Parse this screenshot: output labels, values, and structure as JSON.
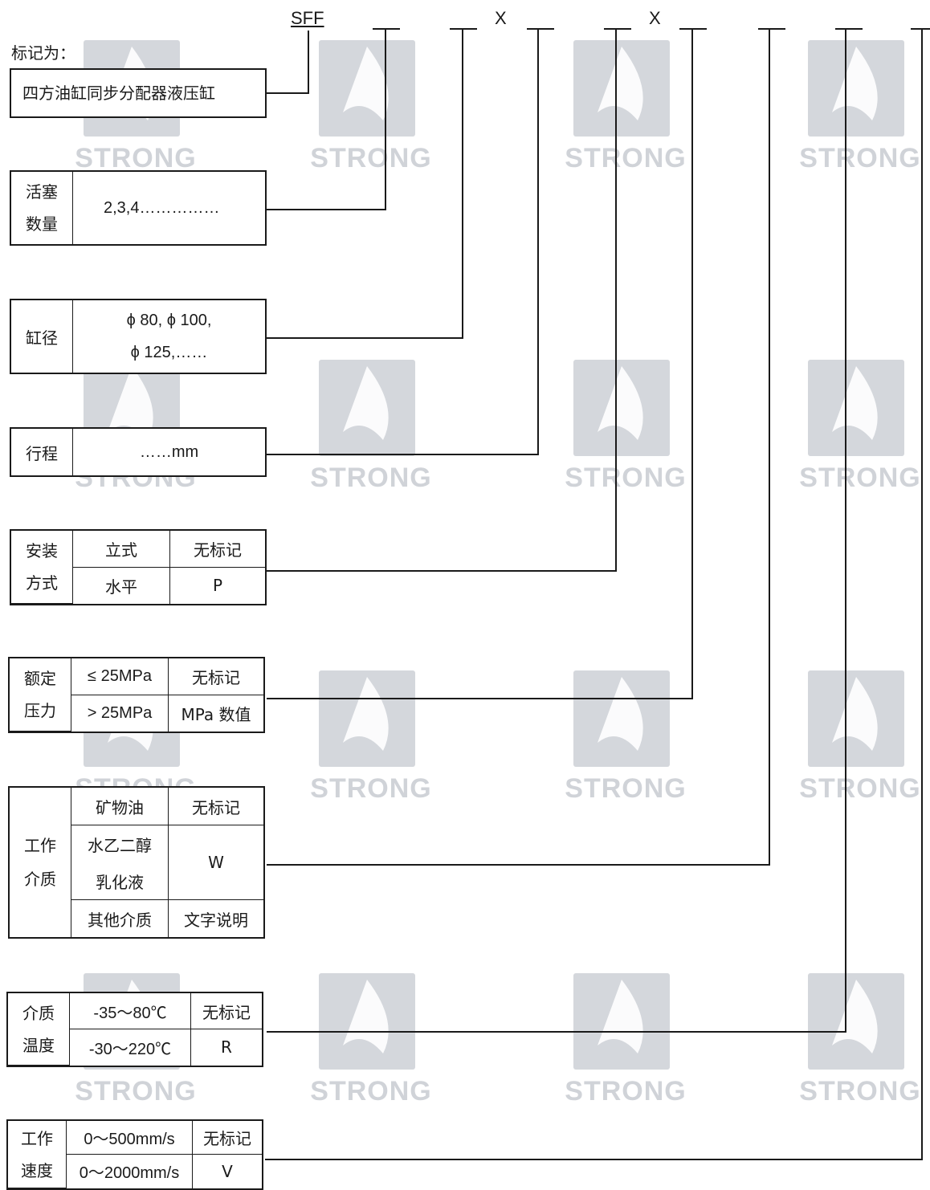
{
  "header": {
    "prefix": "SFF",
    "separators": [
      "X",
      "X"
    ]
  },
  "caption": "标记为：",
  "product_box": {
    "text": "四方油缸同步分配器液压缸"
  },
  "piston_count": {
    "label_line1": "活塞",
    "label_line2": "数量",
    "value": "2,3,4……………"
  },
  "bore": {
    "label": "缸径",
    "value_line1": "ϕ 80, ϕ 100,",
    "value_line2": "ϕ 125,……"
  },
  "stroke": {
    "label": "行程",
    "value": "……mm"
  },
  "mounting": {
    "label_line1": "安装",
    "label_line2": "方式",
    "rows": [
      {
        "option": "立式",
        "code": "无标记"
      },
      {
        "option": "水平",
        "code": "P"
      }
    ]
  },
  "rated_pressure": {
    "label_line1": "额定",
    "label_line2": "压力",
    "rows": [
      {
        "option": "≤ 25MPa",
        "code": "无标记"
      },
      {
        "option": "> 25MPa",
        "code": "MPa 数值"
      }
    ]
  },
  "medium": {
    "label_line1": "工作",
    "label_line2": "介质",
    "rows": [
      {
        "option": "矿物油",
        "code": "无标记"
      },
      {
        "option": "水乙二醇",
        "code": "W"
      },
      {
        "option": "乳化液"
      },
      {
        "option": "其他介质",
        "code": "文字说明"
      }
    ]
  },
  "medium_temp": {
    "label_line1": "介质",
    "label_line2": "温度",
    "rows": [
      {
        "option": "-35～80℃",
        "code": "无标记"
      },
      {
        "option": "-30～220℃",
        "code": "R"
      }
    ]
  },
  "speed": {
    "label_line1": "工作",
    "label_line2": "速度",
    "rows": [
      {
        "option": "0～500mm/s",
        "code": "无标记"
      },
      {
        "option": "0～2000mm/s",
        "code": "V"
      }
    ]
  },
  "watermark": {
    "text": "STRONG"
  }
}
